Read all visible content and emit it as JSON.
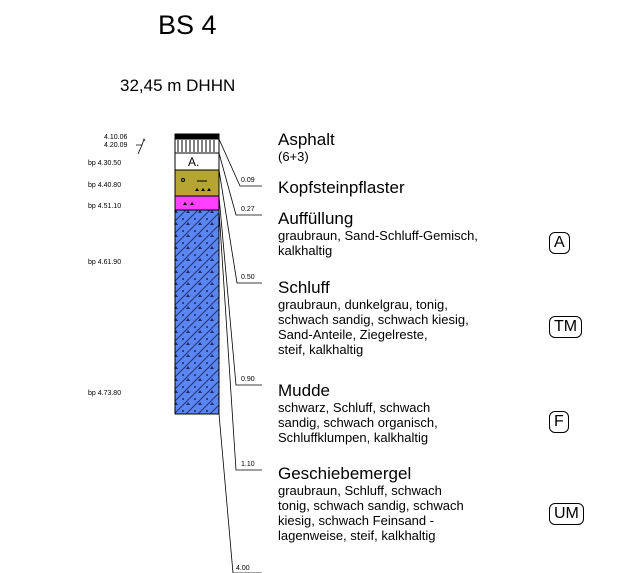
{
  "header": {
    "title": "BS 4",
    "elevation": "32,45 m DHHN"
  },
  "samples": [
    "4.10.06",
    "4.20.09",
    "bp 4.30.50",
    "bp 4.40.80",
    "bp 4.51.10",
    "bp 4.61.90",
    "bp 4.73.80"
  ],
  "depths": [
    "0.09",
    "0.27",
    "0.50",
    "0.90",
    "1.10",
    "4.00"
  ],
  "layers": [
    {
      "name": "Asphalt",
      "description": [
        "(6+3)"
      ],
      "code": "",
      "color": "#ffffff"
    },
    {
      "name": "Kopfsteinpflaster",
      "description": [],
      "code": "",
      "color": "#ffffff"
    },
    {
      "name": "Auffüllung",
      "description": [
        "graubraun, Sand-Schluff-Gemisch,",
        "kalkhaltig"
      ],
      "code": "A",
      "color": "#b5a533"
    },
    {
      "name": "Schluff",
      "description": [
        "graubraun, dunkelgrau, tonig,",
        "schwach sandig, schwach kiesig,",
        "Sand-Anteile, Ziegelreste,",
        "steif, kalkhaltig"
      ],
      "code": "TM",
      "color": "#ff40ff"
    },
    {
      "name": "Mudde",
      "description": [
        "schwarz, Schluff, schwach",
        "sandig, schwach organisch,",
        "Schluffklumpen, kalkhaltig"
      ],
      "code": "F",
      "color": "#5b85f0"
    },
    {
      "name": "Geschiebemergel",
      "description": [
        "graubraun, Schluff, schwach",
        "tonig, schwach sandig, schwach",
        "kiesig, schwach Feinsand -",
        "lagenweise, steif, kalkhaltig"
      ],
      "code": "UM",
      "color": "#5b85f0"
    }
  ],
  "column_letter": "A."
}
